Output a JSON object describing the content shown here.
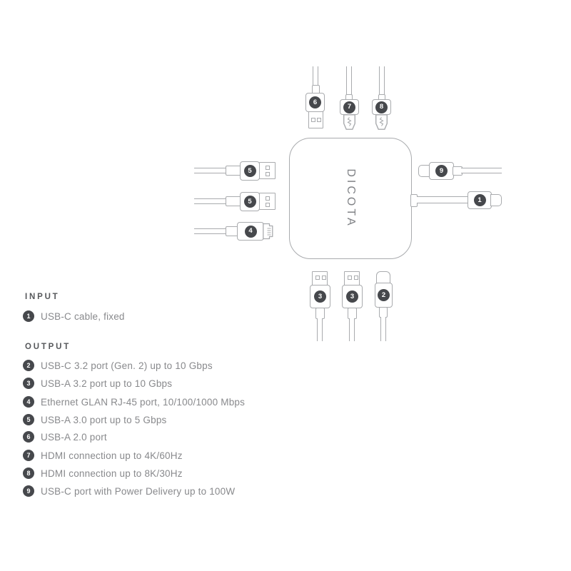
{
  "device": {
    "logo_text": "DICOTA"
  },
  "diagram": {
    "badges": {
      "top": [
        "6",
        "7",
        "8"
      ],
      "left": [
        "5",
        "5",
        "4"
      ],
      "right": [
        "9",
        "1"
      ],
      "bottom": [
        "3",
        "3",
        "2"
      ]
    },
    "connectors": {
      "top": [
        "usb-a",
        "hdmi",
        "hdmi"
      ],
      "left": [
        "usb-a",
        "usb-a",
        "rj45-ethernet"
      ],
      "right": [
        "usb-c",
        "usb-c-fixed"
      ],
      "bottom": [
        "usb-a",
        "usb-a",
        "usb-c"
      ]
    }
  },
  "colors": {
    "outline": "#a9abae",
    "badge_fill": "#46484c",
    "heading_text": "#56585b",
    "item_text": "#88898c",
    "logo_text": "#7f8185"
  },
  "legend": {
    "input": {
      "heading": "INPUT",
      "items": [
        {
          "num": "1",
          "text": "USB-C cable, fixed"
        }
      ]
    },
    "output": {
      "heading": "OUTPUT",
      "items": [
        {
          "num": "2",
          "text": "USB-C 3.2 port (Gen. 2) up to 10 Gbps"
        },
        {
          "num": "3",
          "text": "USB-A 3.2 port up to 10 Gbps"
        },
        {
          "num": "4",
          "text": "Ethernet GLAN RJ-45 port, 10/100/1000 Mbps"
        },
        {
          "num": "5",
          "text": "USB-A 3.0 port up to 5 Gbps"
        },
        {
          "num": "6",
          "text": "USB-A 2.0 port"
        },
        {
          "num": "7",
          "text": "HDMI connection up to 4K/60Hz"
        },
        {
          "num": "8",
          "text": "HDMI connection up to 8K/30Hz"
        },
        {
          "num": "9",
          "text": "USB-C port with Power Delivery up to 100W"
        }
      ]
    }
  }
}
